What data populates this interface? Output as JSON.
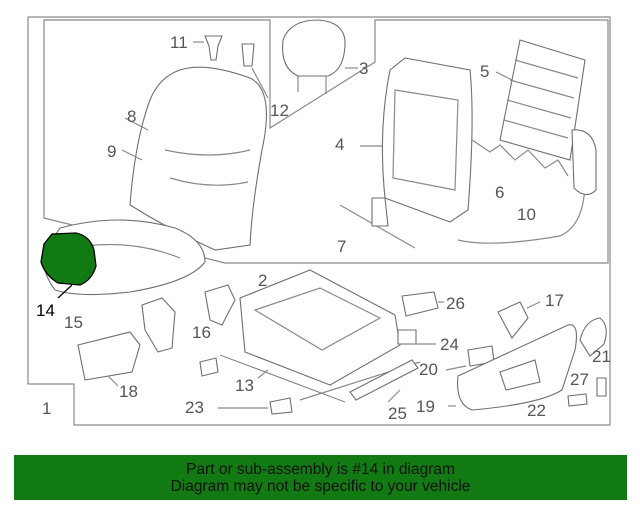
{
  "colors": {
    "highlight": "#127a12",
    "banner_bg": "#127a12",
    "line": "#8a8a8a"
  },
  "callouts": [
    "1",
    "2",
    "3",
    "4",
    "5",
    "6",
    "7",
    "8",
    "9",
    "10",
    "11",
    "12",
    "13",
    "14",
    "15",
    "16",
    "17",
    "18",
    "19",
    "20",
    "21",
    "22",
    "23",
    "24",
    "25",
    "26",
    "27"
  ],
  "highlighted_part": "14",
  "banner": {
    "line1": "Part or sub-assembly is #14 in diagram",
    "line2": "Diagram may not be specific to your vehicle"
  }
}
